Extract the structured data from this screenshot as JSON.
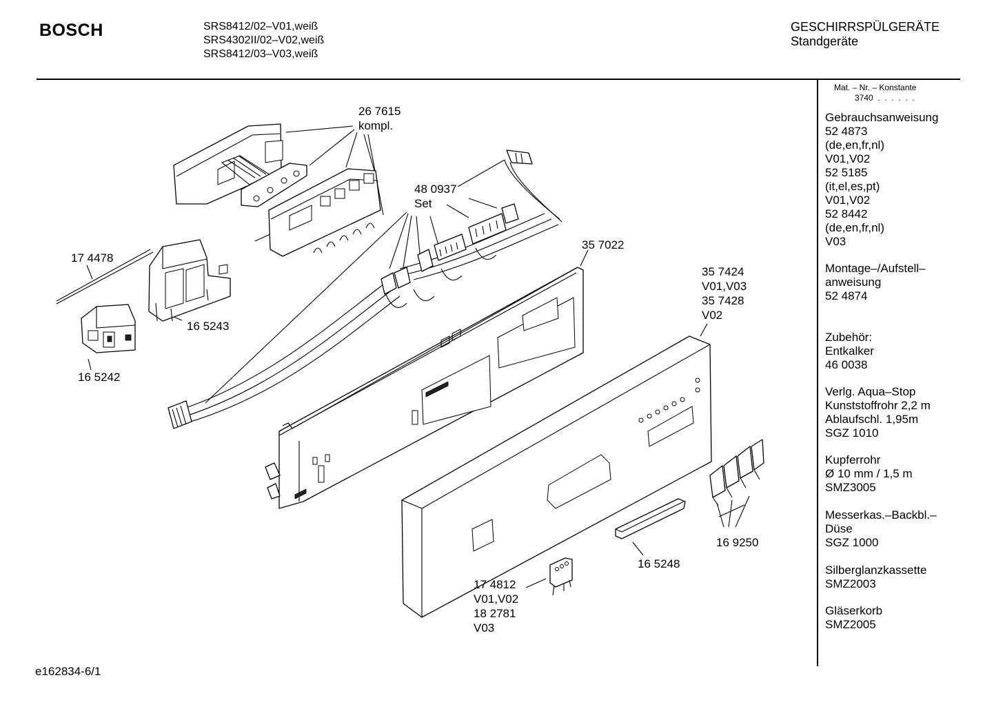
{
  "header": {
    "brand": "BOSCH",
    "models": [
      "SRS8412/02–V01,weiß",
      "SRS4302II/02–V02,weiß",
      "SRS8412/03–V03,weiß"
    ],
    "category": "GESCHIRRSPÜLGERÄTE",
    "subcategory": "Standgeräte"
  },
  "sidebar": {
    "mat_nr_label": "Mat. – Nr. – Konstante",
    "mat_nr_value": "3740  .  .  .  .  .  .",
    "sections": [
      {
        "lines": [
          "Gebrauchsanweisung",
          "52 4873",
          "(de,en,fr,nl)",
          "V01,V02",
          "52 5185",
          "(it,el,es,pt)",
          "V01,V02",
          "52 8442",
          "(de,en,fr,nl)",
          "V03"
        ]
      },
      {
        "lines": [
          "Montage–/Aufstell–",
          "anweisung",
          "52 4874"
        ]
      },
      {
        "lines": [
          "Zubehör:",
          "Entkalker",
          "46 0038"
        ]
      },
      {
        "lines": [
          "Verlg. Aqua–Stop",
          "Kunststoffrohr 2,2 m",
          "Ablaufschl. 1,95m",
          "SGZ 1010"
        ]
      },
      {
        "lines": [
          "Kupferrohr",
          "Ø 10 mm / 1,5 m",
          "SMZ3005"
        ]
      },
      {
        "lines": [
          "Messerkas.–Backbl.–",
          "Düse",
          "SGZ 1000"
        ]
      },
      {
        "lines": [
          "Silberglanzkassette",
          "SMZ2003"
        ]
      },
      {
        "lines": [
          "Gläserkorb",
          "SMZ2005"
        ]
      }
    ]
  },
  "labels": {
    "p267615": [
      "26 7615",
      "kompl."
    ],
    "p480937": [
      "48 0937",
      "Set"
    ],
    "p174478": [
      "17 4478"
    ],
    "p165243": [
      "16 5243"
    ],
    "p165242": [
      "16 5242"
    ],
    "p357022": [
      "35 7022"
    ],
    "p357424": [
      "35 7424",
      "V01,V03",
      "35 7428",
      "V02"
    ],
    "p169250": [
      "16 9250"
    ],
    "p165248": [
      "16 5248"
    ],
    "p174812": [
      "17 4812",
      "V01,V02",
      "18 2781",
      "V03"
    ]
  },
  "footer": {
    "drawing_id": "e162834-6/1"
  }
}
